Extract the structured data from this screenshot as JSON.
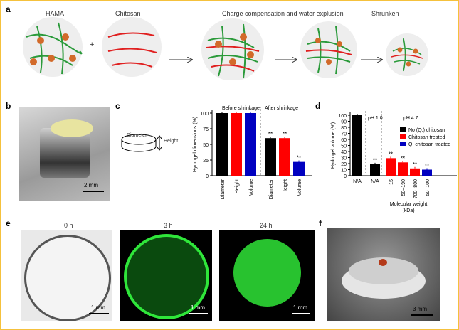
{
  "panel_labels": [
    "a",
    "b",
    "c",
    "d",
    "e",
    "f"
  ],
  "panel_a": {
    "labels": [
      "HAMA",
      "Chitosan",
      "Charge compensation and water explusion",
      "Shrunken"
    ],
    "plus": "+"
  },
  "panel_b": {
    "scale_bar": "2 mm"
  },
  "panel_c_diagram": {
    "diameter": "Diameter",
    "height": "Height"
  },
  "panel_e": {
    "times": [
      "0 h",
      "3 h",
      "24 h"
    ],
    "scale_bar": "1 mm"
  },
  "panel_f": {
    "scale_bar": "3 mm"
  },
  "colors": {
    "border": "#f5c13c",
    "black": "#000000",
    "red": "#ff0000",
    "blue": "#0000c0",
    "green": "#2fe63a"
  },
  "chart_data": [
    {
      "type": "bar",
      "ylabel": "Hydrogel dimensions (%)",
      "ylim": [
        0,
        100
      ],
      "yticks": [
        0,
        25,
        50,
        75,
        100
      ],
      "groups": [
        "Before shrinkage",
        "After shrinkage"
      ],
      "categories": [
        "Diameter",
        "Height",
        "Volume",
        "Diameter",
        "Height",
        "Volume"
      ],
      "values": [
        100,
        100,
        100,
        60,
        60,
        22
      ],
      "colors": [
        "#000000",
        "#ff0000",
        "#0000c0",
        "#000000",
        "#ff0000",
        "#0000c0"
      ],
      "annotations": [
        "",
        "",
        "",
        "**",
        "**",
        "**"
      ]
    },
    {
      "type": "bar",
      "ylabel": "Hydrogel volume (%)",
      "ylim": [
        0,
        100
      ],
      "yticks": [
        0,
        10,
        20,
        30,
        40,
        50,
        60,
        70,
        80,
        90,
        100
      ],
      "groups": [
        "",
        "pH 1.0",
        "pH 4.7"
      ],
      "categories": [
        "N/A",
        "N/A",
        "15",
        "50–190",
        "700–800",
        "50–100"
      ],
      "values": [
        100,
        19,
        29,
        22,
        12,
        10
      ],
      "colors": [
        "#000000",
        "#000000",
        "#ff0000",
        "#ff0000",
        "#ff0000",
        "#0000c0"
      ],
      "annotations": [
        "",
        "**",
        "**",
        "**",
        "**",
        "**"
      ],
      "xlabel": "Molecular weight\n(kDa)",
      "xlabel_lines": [
        "Molecular weight",
        "(kDa)"
      ],
      "legend": [
        {
          "label": "No (Q.) chitosan",
          "color": "#000000"
        },
        {
          "label": "Chitosan treated",
          "color": "#ff0000"
        },
        {
          "label": "Q. chitosan treated",
          "color": "#0000c0"
        }
      ],
      "legend_position": "top-right"
    }
  ]
}
